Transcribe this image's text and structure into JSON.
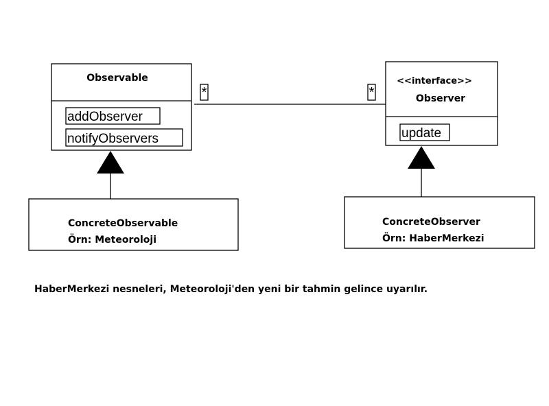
{
  "observable": {
    "title": "Observable",
    "methods": [
      "addObserver",
      "notifyObservers"
    ]
  },
  "observer": {
    "stereotype": "<<interface>>",
    "title": "Observer",
    "methods": [
      "update"
    ]
  },
  "association": {
    "left_multiplicity": "*",
    "right_multiplicity": "*"
  },
  "concrete_observable": {
    "line1": "ConcreteObservable",
    "line2": "Örn: Meteoroloji"
  },
  "concrete_observer": {
    "line1": "ConcreteObserver",
    "line2": "Örn: HaberMerkezi"
  },
  "caption": "HaberMerkezi nesneleri, Meteoroloji'den yeni bir tahmin gelince uyarılır."
}
